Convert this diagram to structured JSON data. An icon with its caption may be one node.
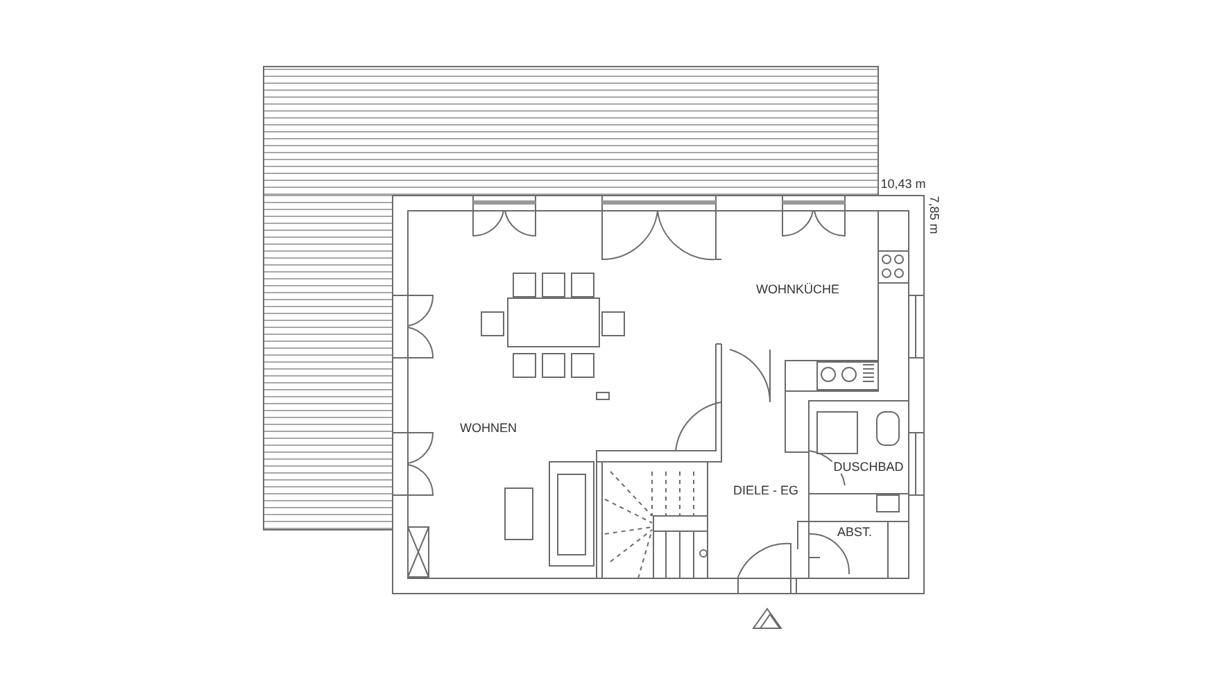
{
  "diagram": {
    "labels": [
      "10,43 m",
      "7,85 m",
      "WOHNKÜCHE",
      "WOHNEN",
      "DIELE - EG",
      "DUSCHBAD",
      "ABST."
    ]
  }
}
